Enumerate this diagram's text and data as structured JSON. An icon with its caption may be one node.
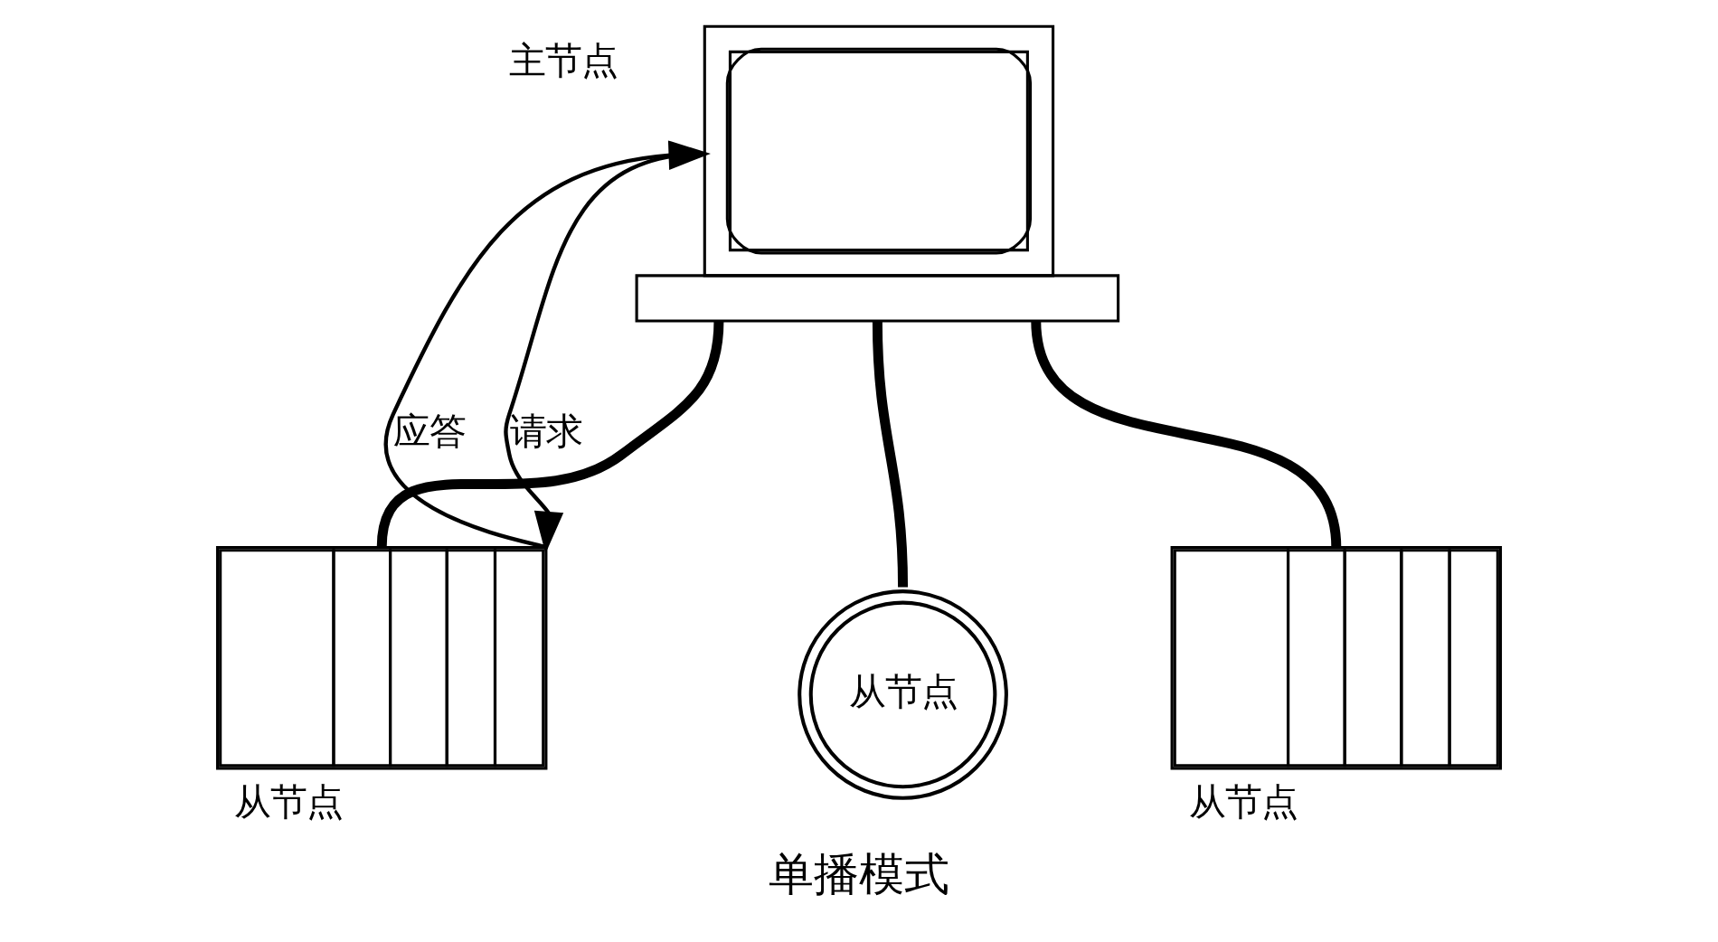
{
  "diagram": {
    "caption": "单播模式",
    "nodes": [
      {
        "text": [
          "主节点"
        ]
      },
      {
        "text": [
          "从节点"
        ]
      },
      {
        "text": [
          "从节点"
        ]
      },
      {
        "text": [
          "从节点"
        ]
      }
    ],
    "edges": [
      {
        "from": 0,
        "to": 1,
        "arrow": "none"
      },
      {
        "from": 0,
        "to": 2,
        "arrow": "none"
      },
      {
        "from": 0,
        "to": 3,
        "arrow": "none"
      },
      {
        "from": 0,
        "to": 1,
        "arrow": "to",
        "label": "请求"
      },
      {
        "from": 1,
        "to": 0,
        "arrow": "to",
        "label": "应答"
      }
    ]
  }
}
